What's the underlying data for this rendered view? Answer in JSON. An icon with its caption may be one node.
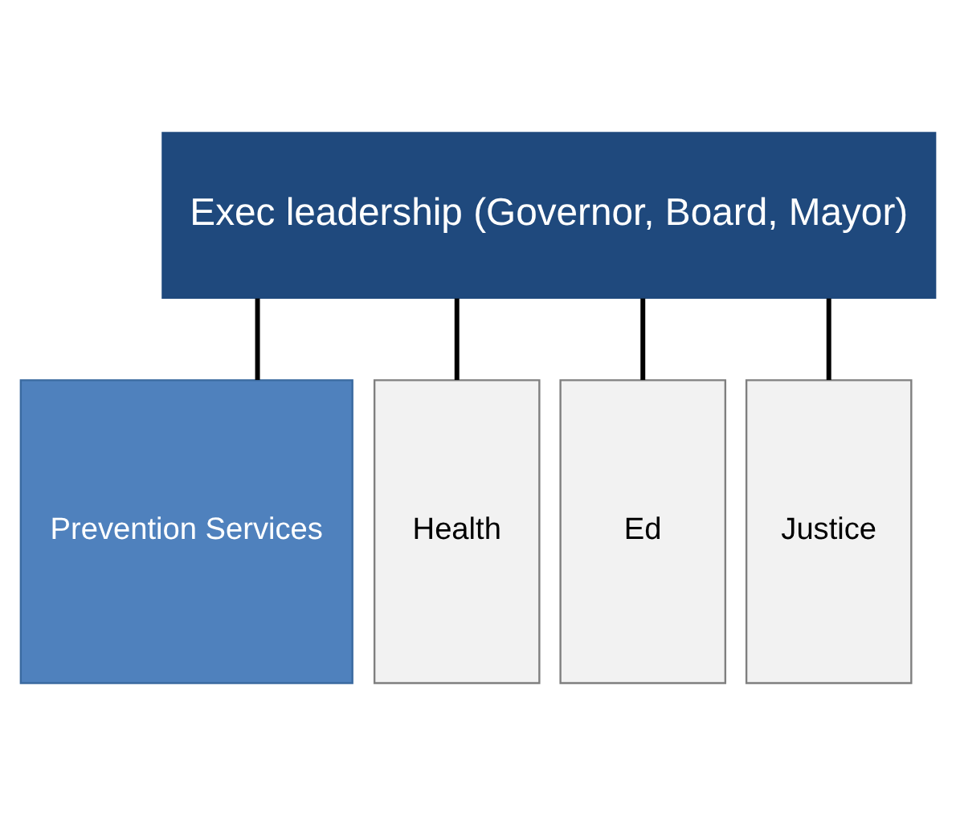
{
  "diagram": {
    "nodes": [
      {
        "text": [
          "Exec leadership (Governor, Board, Mayor)"
        ]
      },
      {
        "text": [
          "Prevention Services"
        ]
      },
      {
        "text": [
          "Health"
        ]
      },
      {
        "text": [
          "Ed"
        ]
      },
      {
        "text": [
          "Justice"
        ]
      }
    ],
    "edges": [
      {
        "from": 0,
        "to": 1,
        "arrow": "none"
      },
      {
        "from": 0,
        "to": 2,
        "arrow": "none"
      },
      {
        "from": 0,
        "to": 3,
        "arrow": "none"
      },
      {
        "from": 0,
        "to": 4,
        "arrow": "none"
      }
    ]
  }
}
